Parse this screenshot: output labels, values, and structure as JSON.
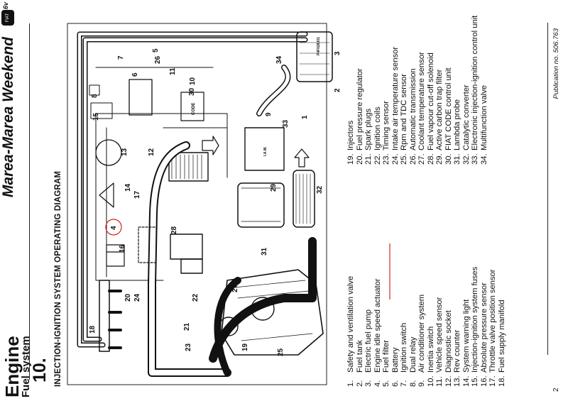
{
  "header": {
    "section": "Engine",
    "subsection": "Fuel system",
    "chapter": "10.",
    "model": "Marea-Marea Weekend",
    "logo_text": "FIAT",
    "variant": "16v"
  },
  "diagram": {
    "title": "INJECTION-IGNITION SYSTEM OPERATING DIAGRAM",
    "code": "P4F028J01",
    "ecu_label": "CODE",
    "ecu2_label": "I.A.W.",
    "callouts": [
      "1",
      "2",
      "3",
      "4",
      "5",
      "6",
      "7",
      "8",
      "9",
      "10",
      "11",
      "12",
      "13",
      "14",
      "15",
      "16",
      "17",
      "18",
      "19",
      "20",
      "21",
      "22",
      "23",
      "24",
      "25",
      "26",
      "27",
      "28",
      "29",
      "30",
      "31",
      "32",
      "33",
      "34"
    ],
    "highlight_color": "#d42020"
  },
  "legend": {
    "col1": [
      {
        "n": "1.",
        "t": "Safety and ventilation valve"
      },
      {
        "n": "2.",
        "t": "Fuel tank"
      },
      {
        "n": "3.",
        "t": "Electric fuel pump"
      },
      {
        "n": "4.",
        "t": "Engine idle speed actuator"
      },
      {
        "n": "5.",
        "t": "Fuel filter"
      },
      {
        "n": "6.",
        "t": "Battery"
      },
      {
        "n": "7.",
        "t": "Ignition switch"
      },
      {
        "n": "8.",
        "t": "Dual relay"
      },
      {
        "n": "9.",
        "t": "Air conditioner system"
      },
      {
        "n": "10.",
        "t": "Inertia switch"
      },
      {
        "n": "11.",
        "t": "Vehicle speed sensor"
      },
      {
        "n": "12.",
        "t": "Diagnostic socket"
      },
      {
        "n": "13.",
        "t": "Rev counter"
      },
      {
        "n": "14.",
        "t": "System warning light"
      },
      {
        "n": "15.",
        "t": "Injection-ignition system fuses"
      },
      {
        "n": "16.",
        "t": "Absolute pressure sensor"
      },
      {
        "n": "17.",
        "t": "Throttle valve position sensor"
      },
      {
        "n": "18.",
        "t": "Fuel supply manifold"
      }
    ],
    "col2": [
      {
        "n": "19.",
        "t": "Injectors"
      },
      {
        "n": "20.",
        "t": "Fuel pressure regulator"
      },
      {
        "n": "21.",
        "t": "Spark plugs"
      },
      {
        "n": "22.",
        "t": "Ignition coils"
      },
      {
        "n": "23.",
        "t": "Timing sensor"
      },
      {
        "n": "24.",
        "t": "Intake air temperature sensor"
      },
      {
        "n": "25.",
        "t": "Rpm and TDC sensor"
      },
      {
        "n": "26.",
        "t": "Automatic transmission"
      },
      {
        "n": "27.",
        "t": "Coolant temperature sensor"
      },
      {
        "n": "28.",
        "t": "Fuel vapour cut-off solenoid"
      },
      {
        "n": "29.",
        "t": "Active carbon trap filter"
      },
      {
        "n": "30.",
        "t": "FIAT CODE control unit"
      },
      {
        "n": "31.",
        "t": "Lambda probe"
      },
      {
        "n": "32.",
        "t": "Catalytic converter"
      },
      {
        "n": "33.",
        "t": "Electronic injection-ignition control unit"
      },
      {
        "n": "34.",
        "t": "Multifunction valve"
      }
    ]
  },
  "footer": {
    "publication": "Publication no. 506.763",
    "page": "2"
  }
}
